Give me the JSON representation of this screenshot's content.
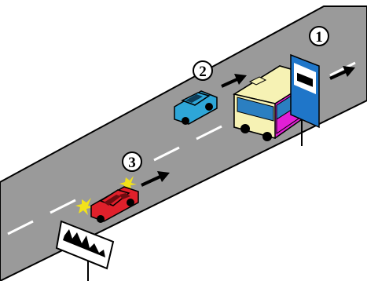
{
  "scene": {
    "road_color": "#9a9a9a",
    "markers": [
      {
        "id": "marker-1",
        "label": "1"
      },
      {
        "id": "marker-2",
        "label": "2"
      },
      {
        "id": "marker-3",
        "label": "3"
      }
    ],
    "vehicles": {
      "bus": {
        "body_color": "#e21fd6",
        "roof_color": "#f6f2b4",
        "window_color": "#2b7fc1"
      },
      "blue_car": {
        "body_color": "#2ea6d8"
      },
      "red_car": {
        "body_color": "#e0202b",
        "hazard_color": "#f2e21a"
      }
    },
    "signs": {
      "bus_stop": {
        "icon": "bus-icon",
        "color": "#1f76c9"
      },
      "settlement": {
        "icon": "city-skyline-icon"
      }
    }
  }
}
